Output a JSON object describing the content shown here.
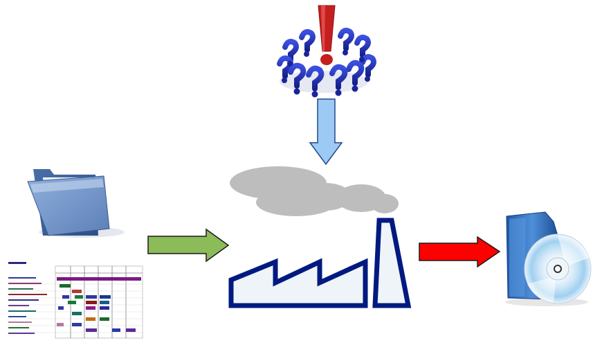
{
  "diagram": {
    "nodes": [
      {
        "id": "questions",
        "icon": "question-marks-ring-icon",
        "accent": "#cc2222"
      },
      {
        "id": "folder",
        "icon": "folder-icon",
        "color": "#5a7fb8"
      },
      {
        "id": "schedule-sheet",
        "icon": "gantt-sheet-icon"
      },
      {
        "id": "factory",
        "icon": "factory-icon",
        "color": "#001a80",
        "smoke": "#bdbdbd"
      },
      {
        "id": "software-box",
        "icon": "software-box-cd-icon",
        "color": "#2e6db5"
      }
    ],
    "edges": [
      {
        "from": "questions",
        "to": "factory",
        "direction": "down",
        "color": "#9ccaf5"
      },
      {
        "from": "inputs",
        "to": "factory",
        "direction": "right",
        "color": "#8cbb5a"
      },
      {
        "from": "factory",
        "to": "software-box",
        "direction": "right",
        "color": "#ff0000"
      }
    ]
  }
}
